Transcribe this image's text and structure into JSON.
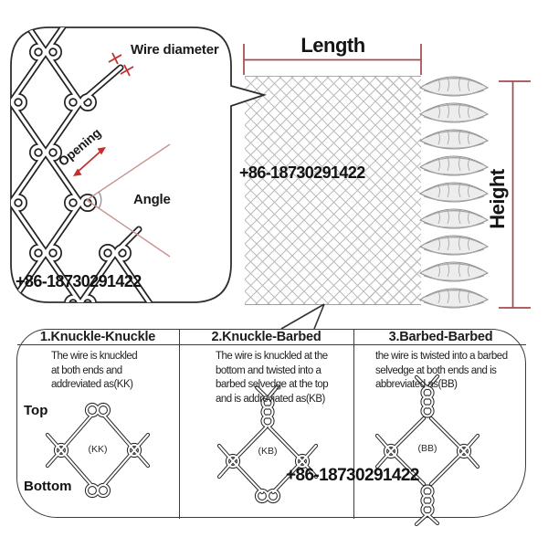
{
  "watermark_phone": "+86-18730291422",
  "detail_callout": {
    "wire_diameter_label": "Wire diameter",
    "opening_label": "Opening",
    "angle_label": "Angle"
  },
  "dimensions": {
    "length_label": "Length",
    "height_label": "Height"
  },
  "selvedge_panel": {
    "row_labels": {
      "top": "Top",
      "bottom": "Bottom"
    },
    "columns": [
      {
        "title": "1.Knuckle-Knuckle",
        "description": "The wire is knuckled\nat both ends and\naddreviated as(KK)",
        "abbr": "(KK)"
      },
      {
        "title": "2.Knuckle-Barbed",
        "description": "The wire is knuckled at the\nbottom and twisted into a\nbarbed selvedge at the top\nand is addreviated as(KB)",
        "abbr": "(KB)"
      },
      {
        "title": "3.Barbed-Barbed",
        "description": "the wire is twisted into a barbed\nselvedge at both ends and is\nabbreviated as(BB)",
        "abbr": "(BB)"
      }
    ]
  },
  "colors": {
    "dimension_red": "#a14c4c",
    "annotation_red": "#c03030",
    "angle_pink": "#c99393",
    "wire_dark": "#222222",
    "mesh_gray": "#bdbdbd"
  }
}
